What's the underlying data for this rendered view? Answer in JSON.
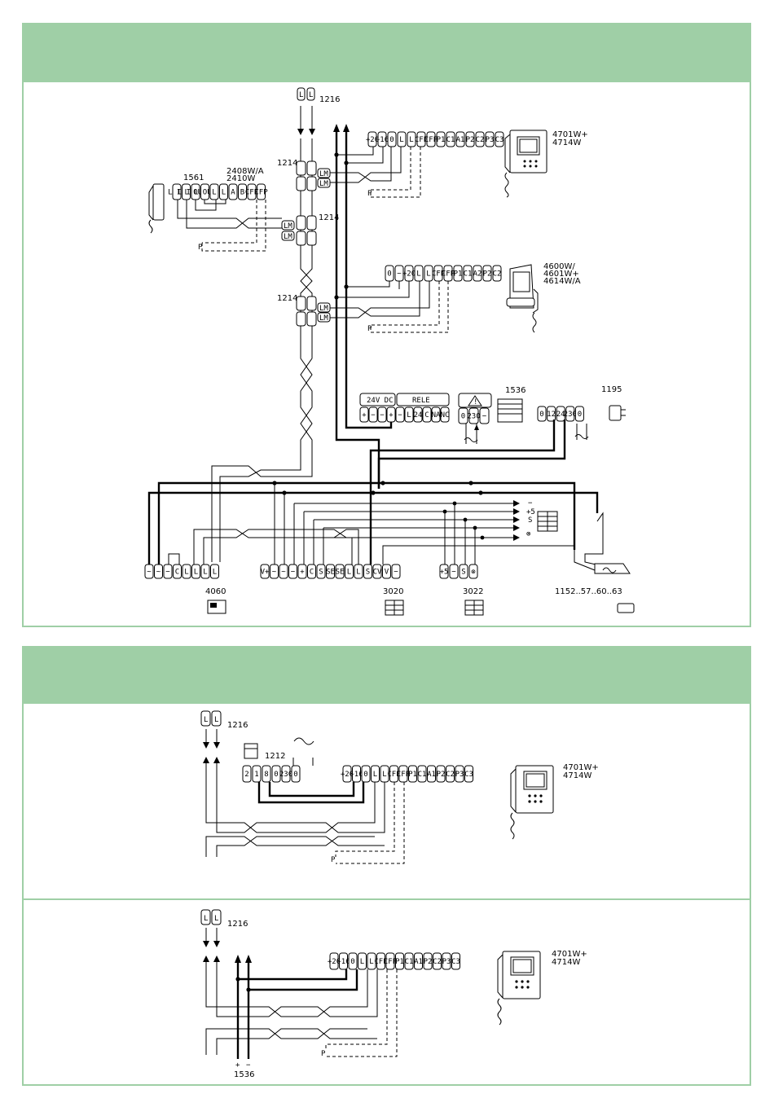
{
  "panel1": {
    "riser_code": "1216",
    "distributor_code": "1214",
    "handset_code": "1561",
    "handset_models": [
      "2408W/A",
      "2410W"
    ],
    "monitor1_models": [
      "4701W+",
      "4714W"
    ],
    "monitor2_models": [
      "4600W/",
      "4601W+",
      "4614W/A"
    ],
    "psu_labels": [
      "24V DC",
      "RELE"
    ],
    "device_1536": "1536",
    "device_1195": "1195",
    "bottom_codes": [
      "4060",
      "3020",
      "3022",
      "1152..57..60..63"
    ],
    "indicator_labels": [
      "−",
      "+5",
      "S",
      "⊗"
    ],
    "p_mark": "P",
    "distributor_terminals": [
      "L IN",
      "L OUT",
      "LM"
    ],
    "handset_terminals": [
      "L IN",
      "L IN",
      "L OUT",
      "L OUT",
      "L",
      "L",
      "A",
      "B",
      "CFP",
      "CFP"
    ],
    "monitor1_terminals": [
      "+20",
      "~16",
      "0",
      "L",
      "L",
      "CFP",
      "CFP",
      "P1",
      "C1",
      "A1",
      "P2",
      "C2",
      "P3",
      "C3"
    ],
    "monitor2_terminals": [
      "0",
      "~",
      "+20",
      "L",
      "L",
      "CFP",
      "CFP",
      "P1",
      "C1",
      "A2",
      "P2",
      "C2"
    ],
    "psu_terminals": [
      "+",
      "−",
      "−",
      "+",
      "−",
      "L",
      "24",
      "C",
      "NA",
      "NC"
    ],
    "rectifier_terminals": [
      "0",
      "230",
      "−"
    ],
    "terminals_1195": [
      "0",
      "12",
      "24",
      "230",
      "0"
    ],
    "terminals_4060": [
      "~",
      "~",
      "−",
      "C",
      "L",
      "L",
      "L",
      "L"
    ],
    "terminals_3020": [
      "V+",
      "~",
      "~",
      "−",
      "+",
      "C",
      "S",
      "SE",
      "SE",
      "L",
      "L",
      "S",
      "CV",
      "V",
      "−"
    ],
    "terminals_3022": [
      "+5",
      "−",
      "S",
      "⊗"
    ]
  },
  "panel2": {
    "riser_code": "1216",
    "device_1212": "1212",
    "monitor_models": [
      "4701W+",
      "4714W"
    ],
    "terminals_1212": [
      "2",
      "1",
      "8",
      "0",
      "230",
      "0"
    ],
    "monitor_terminals": [
      "+20",
      "~16",
      "0",
      "L",
      "L",
      "CFP",
      "CFP",
      "P1",
      "C1",
      "A1",
      "P2",
      "C2",
      "P3",
      "C3"
    ],
    "p_mark": "P"
  },
  "panel3": {
    "riser_code": "1216",
    "monitor_models": [
      "4701W+",
      "4714W"
    ],
    "supply_signs": [
      "+",
      "−"
    ],
    "supply_code": "1536",
    "monitor_terminals": [
      "+20",
      "~16",
      "0",
      "L",
      "L",
      "CFP",
      "CFP",
      "P1",
      "C1",
      "A1",
      "P2",
      "C2",
      "P3",
      "C3"
    ],
    "p_mark": "P"
  }
}
